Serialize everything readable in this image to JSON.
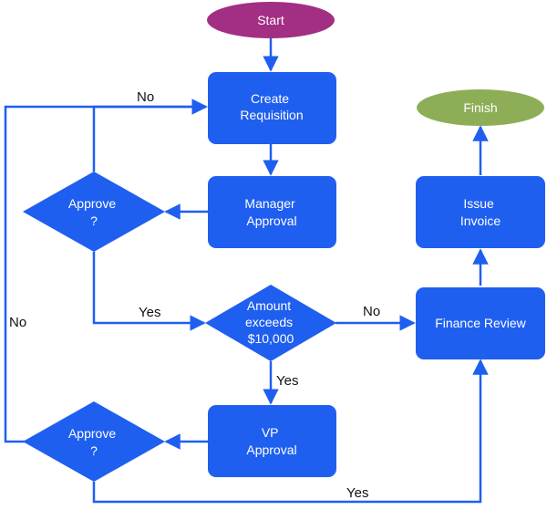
{
  "colors": {
    "process": "#1f5ff0",
    "start": "#a22f84",
    "finish": "#8dae57",
    "edge": "#1f5ff0",
    "node_text": "#ffffff",
    "edge_text": "#111111"
  },
  "nodes": {
    "start": {
      "lines": [
        "Start"
      ]
    },
    "create_requisition": {
      "lines": [
        "Create",
        "Requisition"
      ]
    },
    "manager_approval": {
      "lines": [
        "Manager",
        "Approval"
      ]
    },
    "approve_manager": {
      "lines": [
        "Approve",
        "?"
      ]
    },
    "amount_exceeds": {
      "lines": [
        "Amount",
        "exceeds",
        "$10,000"
      ]
    },
    "vp_approval": {
      "lines": [
        "VP",
        "Approval"
      ]
    },
    "approve_vp": {
      "lines": [
        "Approve",
        "?"
      ]
    },
    "finance_review": {
      "lines": [
        "Finance Review"
      ]
    },
    "issue_invoice": {
      "lines": [
        "Issue",
        "Invoice"
      ]
    },
    "finish": {
      "lines": [
        "Finish"
      ]
    }
  },
  "edges": {
    "manager_no": "No",
    "manager_yes": "Yes",
    "amount_no": "No",
    "amount_yes": "Yes",
    "vp_no": "No",
    "vp_yes": "Yes"
  }
}
